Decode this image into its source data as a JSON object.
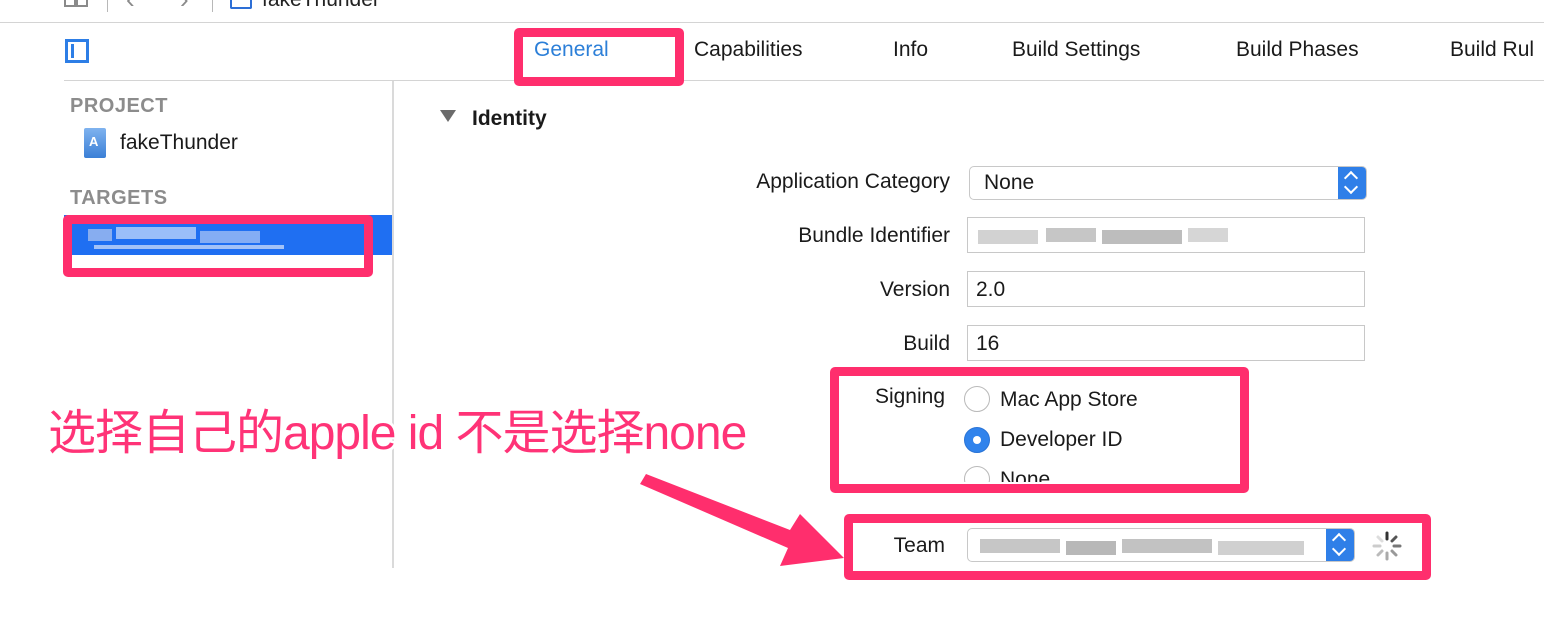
{
  "window": {
    "title": "fakeThunder"
  },
  "tabs": [
    {
      "label": "General",
      "active": true
    },
    {
      "label": "Capabilities",
      "active": false
    },
    {
      "label": "Info",
      "active": false
    },
    {
      "label": "Build Settings",
      "active": false
    },
    {
      "label": "Build Phases",
      "active": false
    },
    {
      "label": "Build Rul",
      "active": false
    }
  ],
  "sidebar": {
    "project_header": "PROJECT",
    "project_name": "fakeThunder",
    "targets_header": "TARGETS"
  },
  "identity": {
    "section_title": "Identity",
    "app_category_label": "Application Category",
    "app_category_value": "None",
    "bundle_id_label": "Bundle Identifier",
    "version_label": "Version",
    "version_value": "2.0",
    "build_label": "Build",
    "build_value": "16",
    "signing_label": "Signing",
    "signing_options": [
      {
        "label": "Mac App Store",
        "selected": false
      },
      {
        "label": "Developer ID",
        "selected": true
      },
      {
        "label": "None",
        "selected": false
      }
    ],
    "team_label": "Team"
  },
  "annotation": {
    "text": "选择自己的apple id 不是选择none",
    "color": "#ff2e6d"
  },
  "colors": {
    "accent": "#2c7fd8",
    "selection": "#1f6ff2",
    "highlight": "#ff2e6d"
  }
}
